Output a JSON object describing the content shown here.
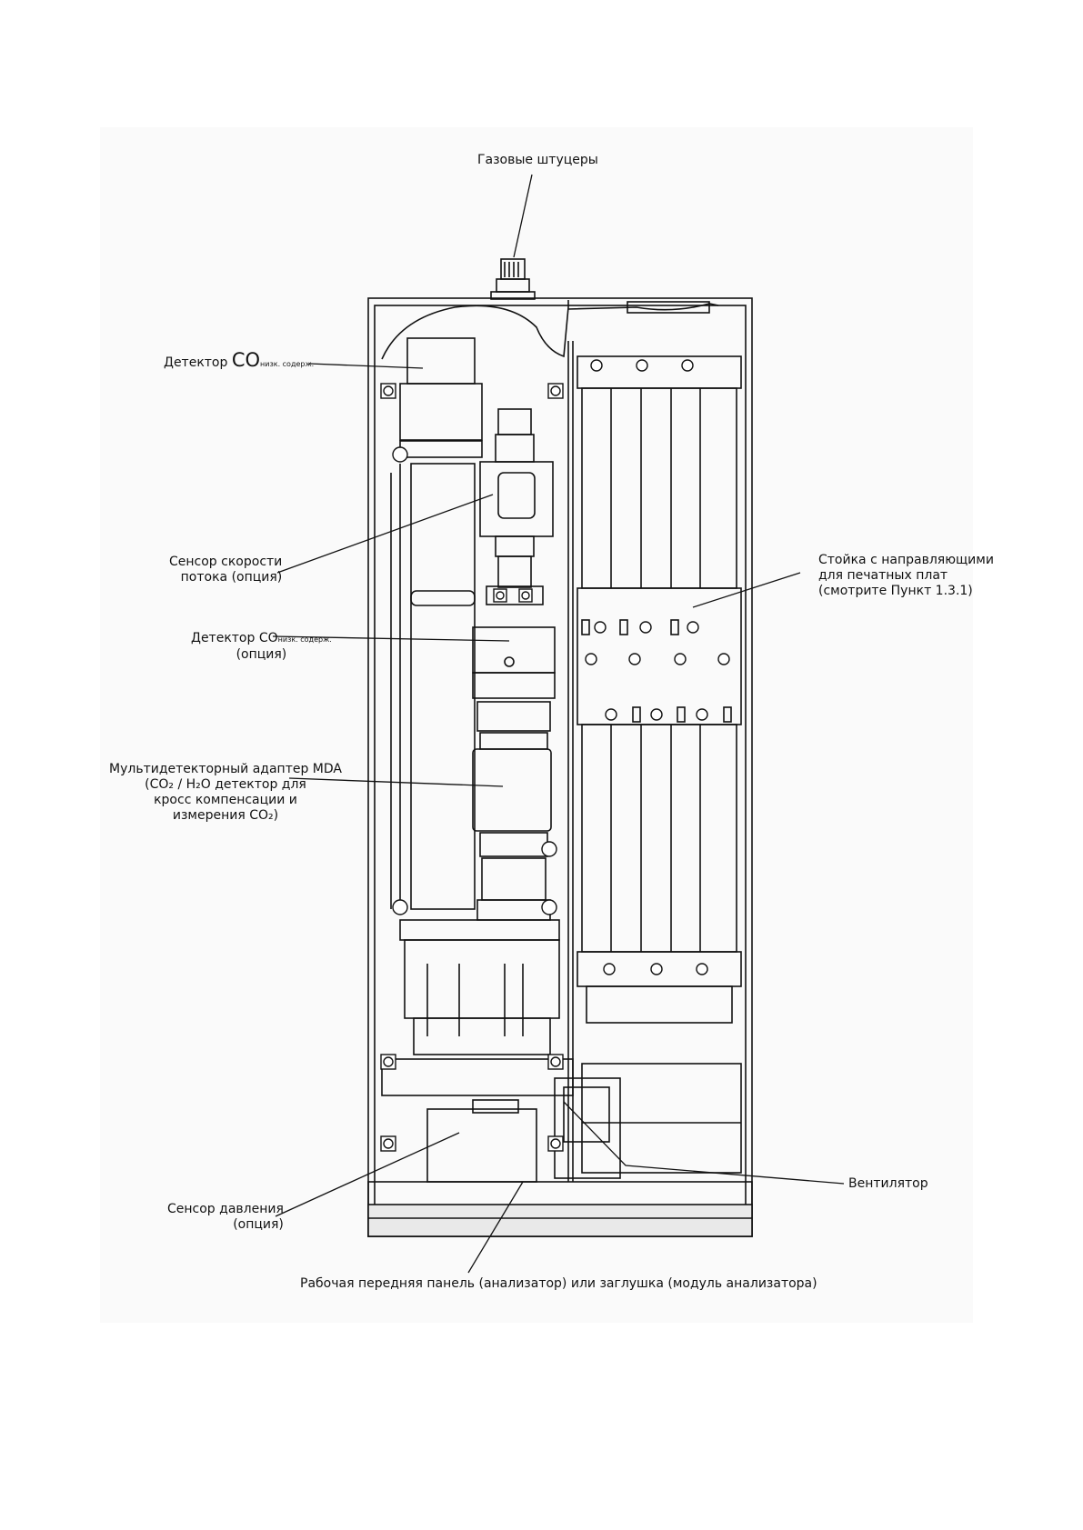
{
  "labels": {
    "gas_fittings": "Газовые штуцеры",
    "co_detector_prefix": "Детектор ",
    "co_detector_formula": "CO",
    "co_detector_sub": "низк. содерж.",
    "flow_sensor_line1": "Сенсор скорости",
    "flow_sensor_line2": "потока (опция)",
    "co2_detector_prefix": "Детектор CO",
    "co2_detector_sub": "низк. содерж.",
    "co2_detector_line2": "(опция)",
    "mda_line1": "Мультидетекторный адаптер MDA",
    "mda_line2": "(CO₂ / H₂O детектор для",
    "mda_line3": "кросс компенсации и",
    "mda_line4": "измерения CO₂)",
    "rack_line1": "Стойка с направляющими",
    "rack_line2": "для печатных плат",
    "rack_line3": "(смотрите Пункт 1.3.1)",
    "fan": "Вентилятор",
    "pressure_line1": "Сенсор давления",
    "pressure_line2": "(опция)",
    "front_panel": "Рабочая передняя панель (анализатор) или заглушка (модуль анализатора)"
  },
  "colors": {
    "ink": "#111111",
    "frame_fill": "#ffffff",
    "panel_shade": "#e9e9e9"
  },
  "icons": [
    "screw-icon",
    "fitting-icon"
  ]
}
